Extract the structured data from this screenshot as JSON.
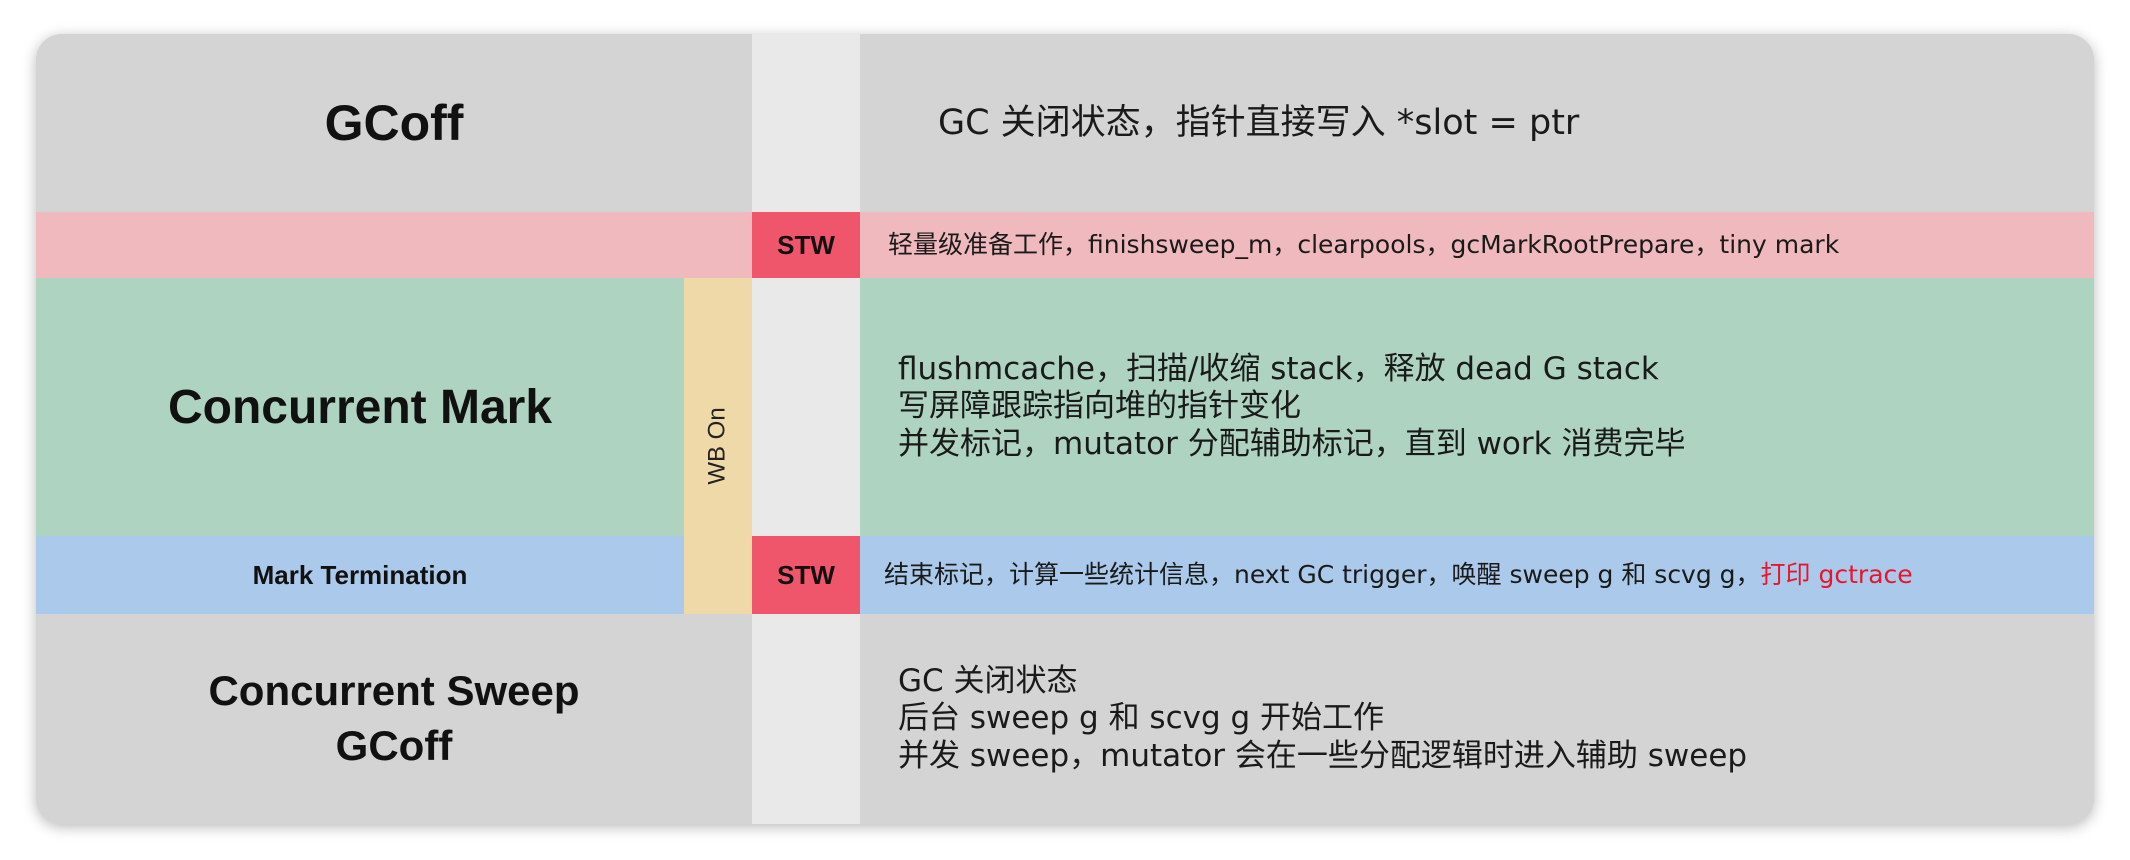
{
  "colors": {
    "gray": "#d4d4d4",
    "lane": "#e9e9e9",
    "pink": "#efb9bd",
    "stw": "#f0566b",
    "green": "#aed4c1",
    "blue": "#abc9ea",
    "wb": "#efd9a8",
    "highlight": "#e8152d"
  },
  "phases": {
    "gcoff": {
      "title": "GCoff",
      "desc": "GC 关闭状态，指针直接写入 *slot = ptr"
    },
    "sweep_termination": {
      "stw_label": "STW",
      "desc": "轻量级准备工作，finishsweep_m，clearpools，gcMarkRootPrepare，tiny mark"
    },
    "concurrent_mark": {
      "title": "Concurrent Mark",
      "wb_label": "WB On",
      "lines": [
        "flushmcache，扫描/收缩 stack，释放 dead G stack",
        "写屏障跟踪指向堆的指针变化",
        "并发标记，mutator 分配辅助标记，直到 work 消费完毕"
      ]
    },
    "mark_termination": {
      "title": "Mark Termination",
      "stw_label": "STW",
      "desc": "结束标记，计算一些统计信息，next GC trigger，唤醒 sweep g 和 scvg g，",
      "desc_highlight": "打印 gctrace"
    },
    "concurrent_sweep": {
      "title_line1": "Concurrent Sweep",
      "title_line2": "GCoff",
      "lines": [
        "GC 关闭状态",
        "后台 sweep g 和 scvg g 开始工作",
        "并发 sweep，mutator 会在一些分配逻辑时进入辅助 sweep"
      ]
    }
  }
}
